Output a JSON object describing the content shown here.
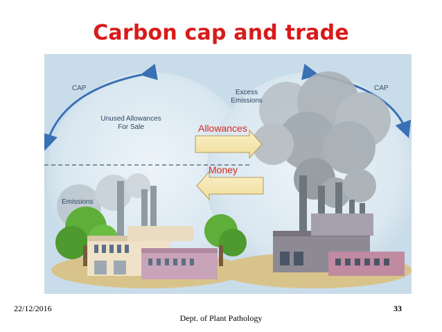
{
  "slide": {
    "title": "Carbon cap and trade"
  },
  "diagram": {
    "left_cap_label": "CAP",
    "right_cap_label": "CAP",
    "unused_allowances_line1": "Unused Allowances",
    "unused_allowances_line2": "For Sale",
    "excess_emissions_line1": "Excess",
    "excess_emissions_line2": "Emissions",
    "emissions_label": "Emissions",
    "allowances_label": "Allowances",
    "money_label": "Money"
  },
  "colors": {
    "title": "#d91a1a",
    "trade_label": "#d9271f",
    "cap_arrow": "#3a70b5",
    "panel_bg": "#c9dcea"
  },
  "footer": {
    "date": "22/12/2016",
    "department": "Dept. of Plant Pathology",
    "page_number": "33"
  }
}
